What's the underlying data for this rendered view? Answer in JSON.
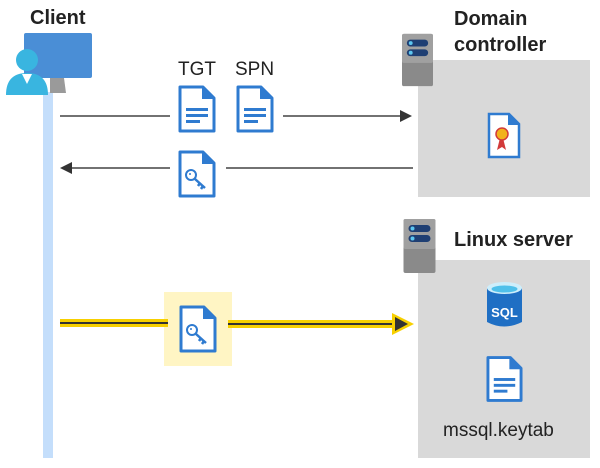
{
  "client": {
    "title": "Client"
  },
  "domain_controller": {
    "title_line1": "Domain",
    "title_line2": "controller"
  },
  "linux_server": {
    "title": "Linux server",
    "keytab_label": "mssql.keytab",
    "sql_icon_text": "SQL"
  },
  "messages": {
    "tgt_label": "TGT",
    "spn_label": "SPN"
  },
  "colors": {
    "lifeline": "#c4defb",
    "box": "#d9d9d9",
    "highlight": "#fff5c4",
    "arrow_glow": "#f7d000",
    "doc_blue": "#2f7bd0"
  }
}
